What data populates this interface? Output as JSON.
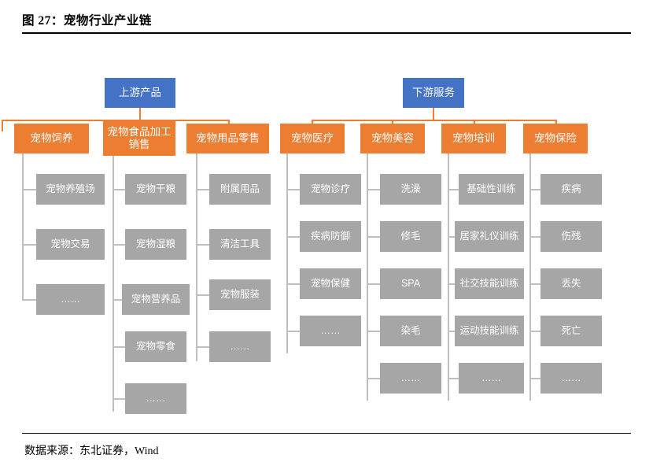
{
  "figure": {
    "title": "图 27：宠物行业产业链",
    "source": "数据来源：东北证券，Wind"
  },
  "colors": {
    "blue": "#4472C4",
    "orange": "#ED7D31",
    "gray": "#A6A6A6",
    "connector_orange": "#ED7D31",
    "connector_gray": "#BFBFBF",
    "rule": "#000000",
    "background": "#FFFFFF"
  },
  "diagram": {
    "type": "tree-hierarchy",
    "roots": [
      {
        "id": "upstream",
        "label": "上游产品",
        "color": "blue"
      },
      {
        "id": "downstream",
        "label": "下游服务",
        "color": "blue"
      }
    ],
    "branches": [
      {
        "id": "pet-raising",
        "parent": "upstream",
        "label": "宠物饲养",
        "color": "orange",
        "children": [
          "宠物养殖场",
          "宠物交易",
          "……"
        ]
      },
      {
        "id": "pet-food",
        "parent": "upstream",
        "label": "宠物食品加工销售",
        "color": "orange",
        "children": [
          "宠物干粮",
          "宠物湿粮",
          "宠物营养品",
          "宠物零食",
          "……"
        ]
      },
      {
        "id": "pet-supplies",
        "parent": "upstream",
        "label": "宠物用品零售",
        "color": "orange",
        "children": [
          "附属用品",
          "清洁工具",
          "宠物服装",
          "……"
        ]
      },
      {
        "id": "pet-medical",
        "parent": "downstream",
        "label": "宠物医疗",
        "color": "orange",
        "children": [
          "宠物诊疗",
          "疾病防御",
          "宠物保健",
          "……"
        ]
      },
      {
        "id": "pet-grooming",
        "parent": "downstream",
        "label": "宠物美容",
        "color": "orange",
        "children": [
          "洗澡",
          "修毛",
          "SPA",
          "染毛",
          "……"
        ]
      },
      {
        "id": "pet-training",
        "parent": "downstream",
        "label": "宠物培训",
        "color": "orange",
        "children": [
          "基础性训练",
          "居家礼仪训练",
          "社交技能训练",
          "运动技能训练",
          "……"
        ]
      },
      {
        "id": "pet-insurance",
        "parent": "downstream",
        "label": "宠物保险",
        "color": "orange",
        "children": [
          "疾病",
          "伤残",
          "丢失",
          "死亡",
          "……"
        ]
      }
    ]
  }
}
